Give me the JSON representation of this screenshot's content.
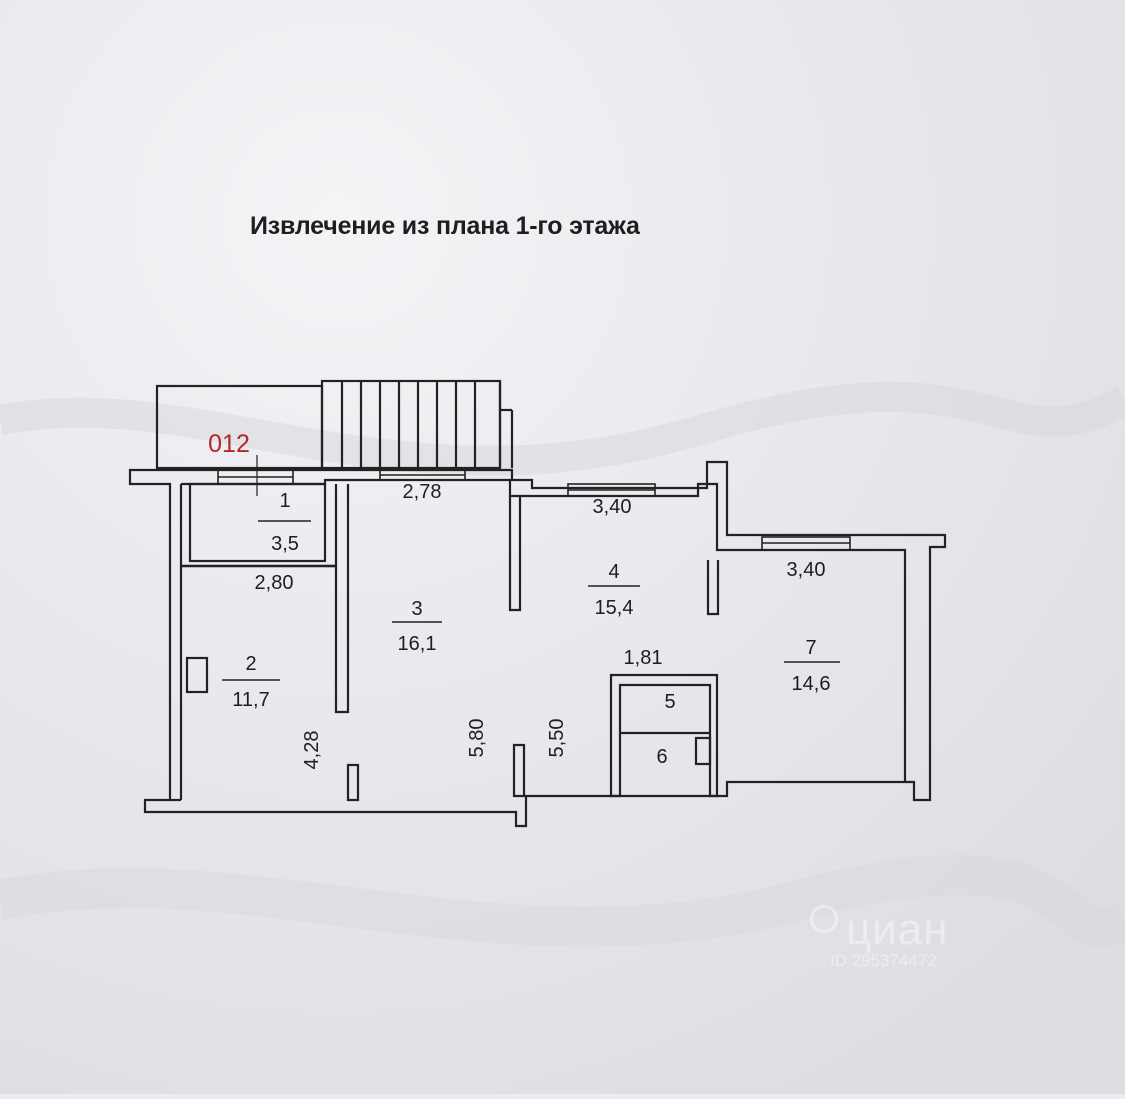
{
  "title": "Извлечение из плана 1-го этажа",
  "marker": "012",
  "rooms": [
    {
      "number": "1",
      "area": "3,5"
    },
    {
      "number": "2",
      "area": "11,7"
    },
    {
      "number": "3",
      "area": "16,1"
    },
    {
      "number": "4",
      "area": "15,4"
    },
    {
      "number": "5"
    },
    {
      "number": "6"
    },
    {
      "number": "7",
      "area": "14,6"
    }
  ],
  "dimensions": {
    "top_room3": "2,78",
    "top_room4": "3,40",
    "top_room7": "3,40",
    "room1_bottom": "2,80",
    "room2_side": "4,28",
    "room3_side": "5,80",
    "room4_side": "5,50",
    "room5_top": "1,81"
  },
  "watermark": {
    "logo": "циан",
    "id": "ID 295374472"
  },
  "colors": {
    "paper": "#ececf0",
    "ink": "#1e1e1e",
    "marker": "#b0282c"
  }
}
